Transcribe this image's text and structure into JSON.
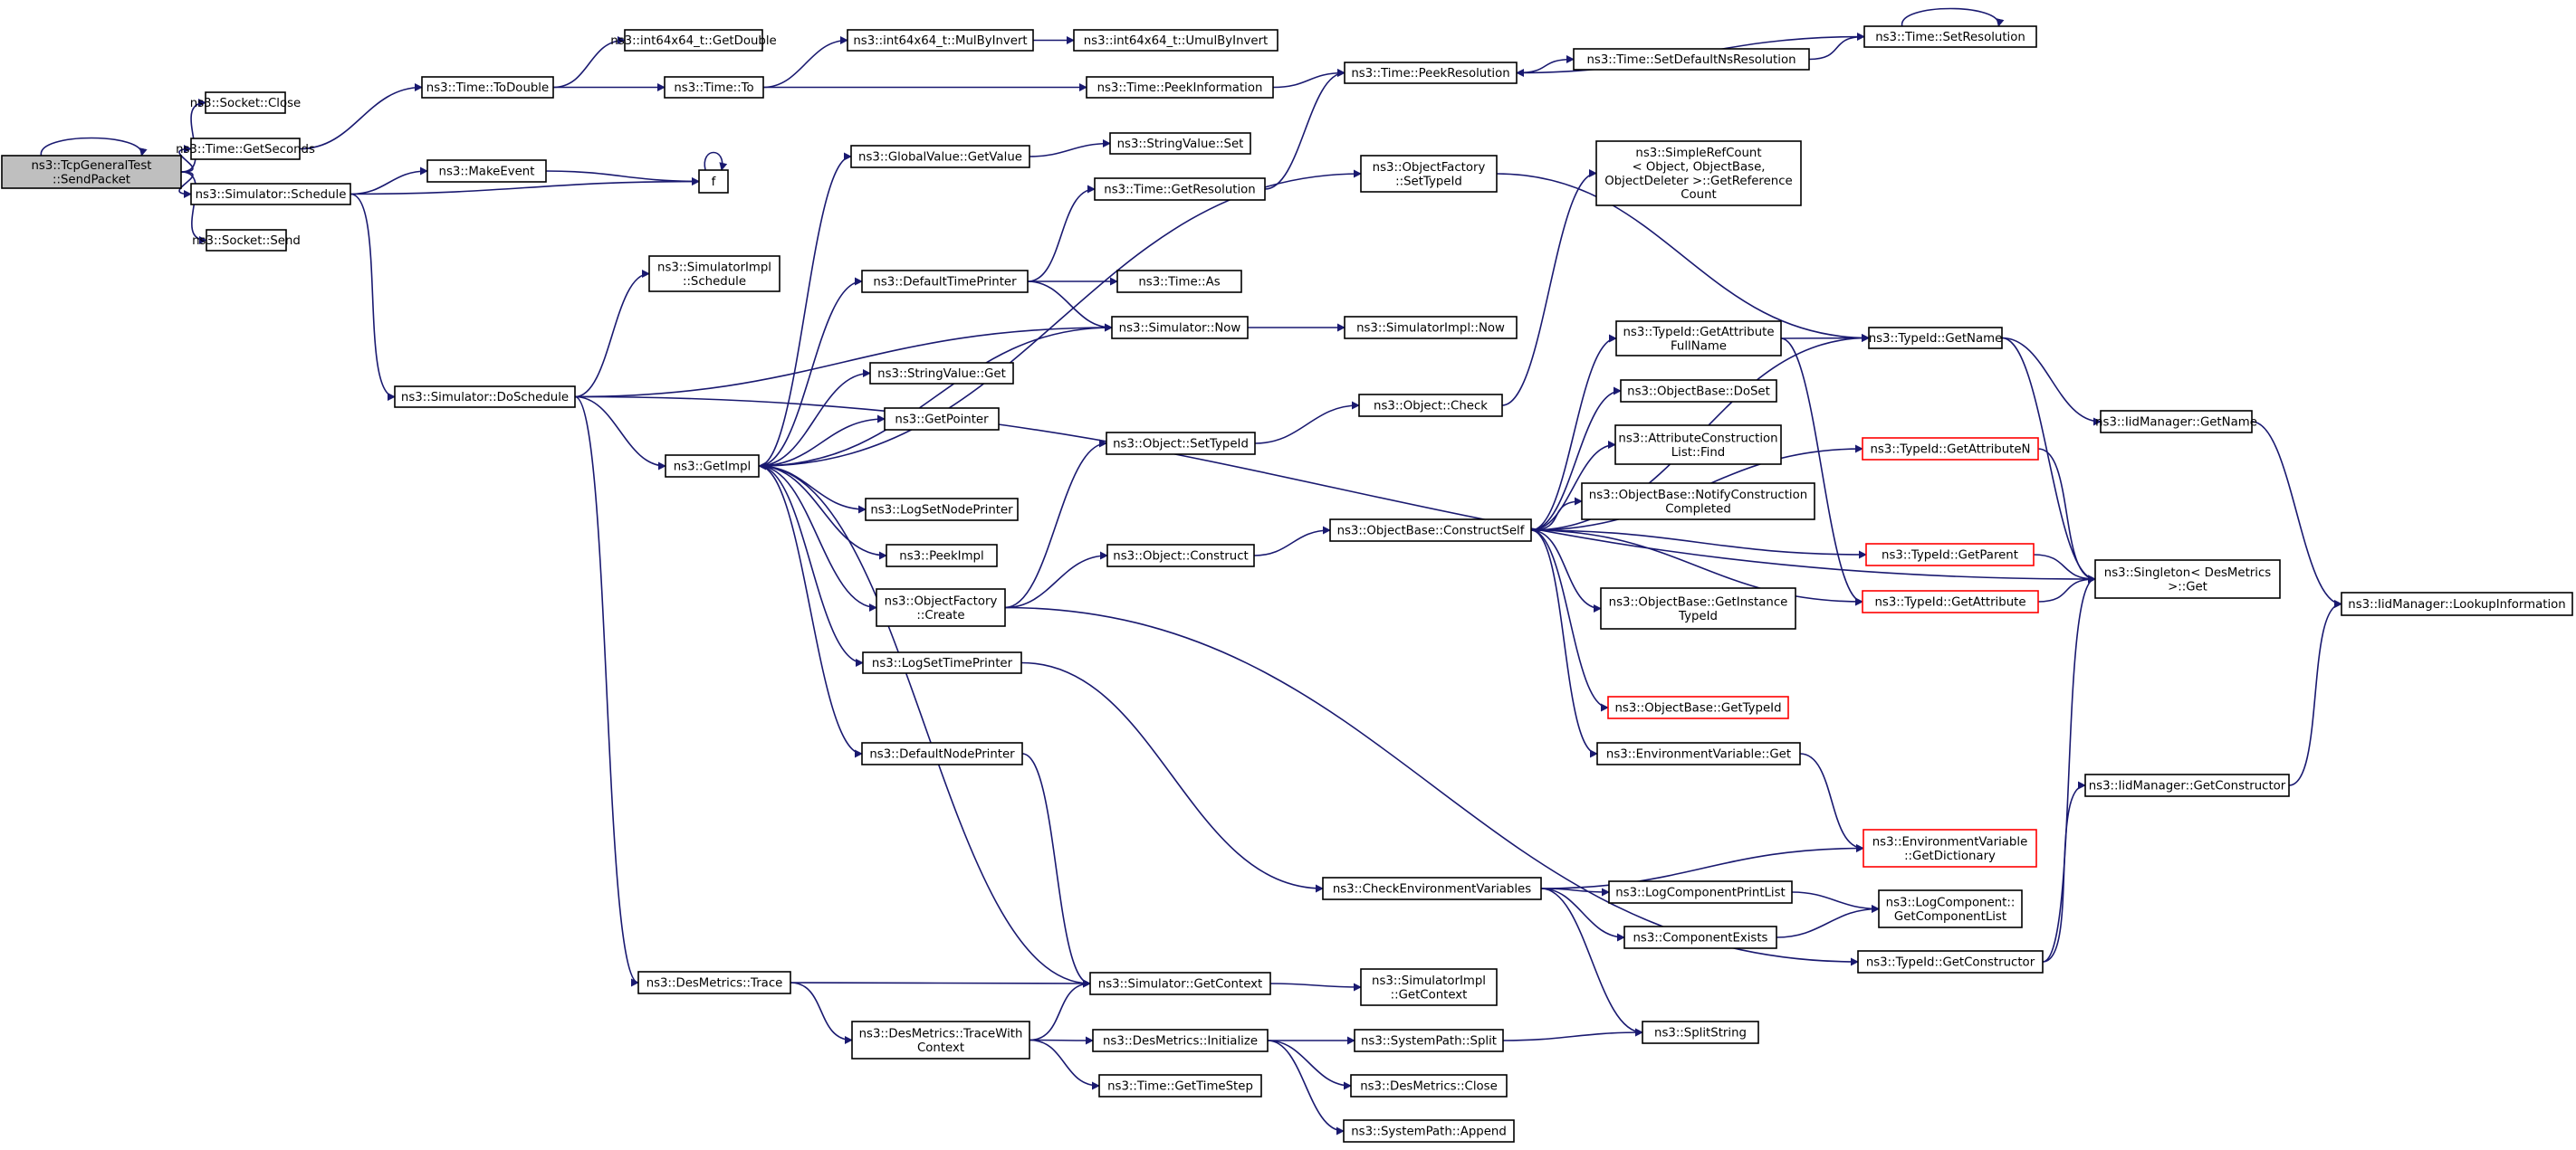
{
  "colors": {
    "edge": "#191970",
    "node_border": "#000000",
    "node_fill": "#ffffff",
    "focus_fill": "#bfbfbf",
    "truncated_border": "#ff0000"
  },
  "nodes": [
    {
      "id": "sendpacket",
      "lines": [
        "ns3::TcpGeneralTest",
        "::SendPacket"
      ],
      "style": "focus"
    },
    {
      "id": "socket_close",
      "lines": [
        "ns3::Socket::Close"
      ]
    },
    {
      "id": "time_getseconds",
      "lines": [
        "ns3::Time::GetSeconds"
      ]
    },
    {
      "id": "sim_schedule",
      "lines": [
        "ns3::Simulator::Schedule"
      ]
    },
    {
      "id": "socket_send",
      "lines": [
        "ns3::Socket::Send"
      ]
    },
    {
      "id": "time_todouble",
      "lines": [
        "ns3::Time::ToDouble"
      ]
    },
    {
      "id": "int64_getdouble",
      "lines": [
        "ns3::int64x64_t::GetDouble"
      ]
    },
    {
      "id": "time_to",
      "lines": [
        "ns3::Time::To"
      ]
    },
    {
      "id": "int64_mulbyinvert",
      "lines": [
        "ns3::int64x64_t::MulByInvert"
      ]
    },
    {
      "id": "int64_umulbyinvert",
      "lines": [
        "ns3::int64x64_t::UmulByInvert"
      ]
    },
    {
      "id": "time_peekinformation",
      "lines": [
        "ns3::Time::PeekInformation"
      ]
    },
    {
      "id": "time_peekresolution",
      "lines": [
        "ns3::Time::PeekResolution"
      ]
    },
    {
      "id": "time_setdefaultns",
      "lines": [
        "ns3::Time::SetDefaultNsResolution"
      ]
    },
    {
      "id": "time_setresolution",
      "lines": [
        "ns3::Time::SetResolution"
      ]
    },
    {
      "id": "makeevent",
      "lines": [
        "ns3::MakeEvent"
      ]
    },
    {
      "id": "f",
      "lines": [
        "f"
      ]
    },
    {
      "id": "globalvalue_getvalue",
      "lines": [
        "ns3::GlobalValue::GetValue"
      ]
    },
    {
      "id": "stringvalue_set",
      "lines": [
        "ns3::StringValue::Set"
      ]
    },
    {
      "id": "time_getresolution",
      "lines": [
        "ns3::Time::GetResolution"
      ]
    },
    {
      "id": "objectfactory_settypeid",
      "lines": [
        "ns3::ObjectFactory",
        "::SetTypeId"
      ]
    },
    {
      "id": "simplerefcount",
      "lines": [
        "ns3::SimpleRefCount",
        "< Object, ObjectBase,",
        "ObjectDeleter >::GetReference",
        "Count"
      ]
    },
    {
      "id": "simulatorimpl_schedule",
      "lines": [
        "ns3::SimulatorImpl",
        "::Schedule"
      ]
    },
    {
      "id": "defaulttimeprinter",
      "lines": [
        "ns3::DefaultTimePrinter"
      ]
    },
    {
      "id": "time_as",
      "lines": [
        "ns3::Time::As"
      ]
    },
    {
      "id": "sim_now",
      "lines": [
        "ns3::Simulator::Now"
      ]
    },
    {
      "id": "simulatorimpl_now",
      "lines": [
        "ns3::SimulatorImpl::Now"
      ]
    },
    {
      "id": "typeid_getattributefullname",
      "lines": [
        "ns3::TypeId::GetAttribute",
        "FullName"
      ]
    },
    {
      "id": "typeid_getname",
      "lines": [
        "ns3::TypeId::GetName"
      ]
    },
    {
      "id": "sim_doschedule",
      "lines": [
        "ns3::Simulator::DoSchedule"
      ]
    },
    {
      "id": "stringvalue_get",
      "lines": [
        "ns3::StringValue::Get"
      ]
    },
    {
      "id": "object_check",
      "lines": [
        "ns3::Object::Check"
      ]
    },
    {
      "id": "objectbase_doset",
      "lines": [
        "ns3::ObjectBase::DoSet"
      ]
    },
    {
      "id": "iidmanager_getname",
      "lines": [
        "ns3::IidManager::GetName"
      ]
    },
    {
      "id": "getpointer",
      "lines": [
        "ns3::GetPointer"
      ]
    },
    {
      "id": "object_settypeid",
      "lines": [
        "ns3::Object::SetTypeId"
      ]
    },
    {
      "id": "attrconstructionlist_find",
      "lines": [
        "ns3::AttributeConstruction",
        "List::Find"
      ]
    },
    {
      "id": "typeid_getattributen",
      "lines": [
        "ns3::TypeId::GetAttributeN"
      ],
      "style": "truncated"
    },
    {
      "id": "getimpl",
      "lines": [
        "ns3::GetImpl"
      ]
    },
    {
      "id": "objectbase_notifyconstruction",
      "lines": [
        "ns3::ObjectBase::NotifyConstruction",
        "Completed"
      ]
    },
    {
      "id": "logsetnodeprinter",
      "lines": [
        "ns3::LogSetNodePrinter"
      ]
    },
    {
      "id": "objectbase_constructself",
      "lines": [
        "ns3::ObjectBase::ConstructSelf"
      ]
    },
    {
      "id": "peekimpl",
      "lines": [
        "ns3::PeekImpl"
      ]
    },
    {
      "id": "object_construct",
      "lines": [
        "ns3::Object::Construct"
      ]
    },
    {
      "id": "typeid_getparent",
      "lines": [
        "ns3::TypeId::GetParent"
      ],
      "style": "truncated"
    },
    {
      "id": "singleton_get",
      "lines": [
        "ns3::Singleton< DesMetrics",
        ">::Get"
      ]
    },
    {
      "id": "iidmanager_lookupinformation",
      "lines": [
        "ns3::IidManager::LookupInformation"
      ]
    },
    {
      "id": "objectfactory_create",
      "lines": [
        "ns3::ObjectFactory",
        "::Create"
      ]
    },
    {
      "id": "objectbase_getinstancetypeid",
      "lines": [
        "ns3::ObjectBase::GetInstance",
        "TypeId"
      ]
    },
    {
      "id": "typeid_getattribute",
      "lines": [
        "ns3::TypeId::GetAttribute"
      ],
      "style": "truncated"
    },
    {
      "id": "logsettimeprinter",
      "lines": [
        "ns3::LogSetTimePrinter"
      ]
    },
    {
      "id": "objectbase_gettypeid",
      "lines": [
        "ns3::ObjectBase::GetTypeId"
      ],
      "style": "truncated"
    },
    {
      "id": "defaultnodeprinter",
      "lines": [
        "ns3::DefaultNodePrinter"
      ]
    },
    {
      "id": "envvar_get",
      "lines": [
        "ns3::EnvironmentVariable::Get"
      ]
    },
    {
      "id": "iidmanager_getconstructor",
      "lines": [
        "ns3::IidManager::GetConstructor"
      ]
    },
    {
      "id": "envvar_getdictionary",
      "lines": [
        "ns3::EnvironmentVariable",
        "::GetDictionary"
      ],
      "style": "truncated"
    },
    {
      "id": "checkenvvars",
      "lines": [
        "ns3::CheckEnvironmentVariables"
      ]
    },
    {
      "id": "logcomponentprintlist",
      "lines": [
        "ns3::LogComponentPrintList"
      ]
    },
    {
      "id": "logcomponent_getcomponentlist",
      "lines": [
        "ns3::LogComponent::",
        "GetComponentList"
      ]
    },
    {
      "id": "componentexists",
      "lines": [
        "ns3::ComponentExists"
      ]
    },
    {
      "id": "typeid_getconstructor",
      "lines": [
        "ns3::TypeId::GetConstructor"
      ]
    },
    {
      "id": "desmetrics_trace",
      "lines": [
        "ns3::DesMetrics::Trace"
      ]
    },
    {
      "id": "sim_getcontext",
      "lines": [
        "ns3::Simulator::GetContext"
      ]
    },
    {
      "id": "simulatorimpl_getcontext",
      "lines": [
        "ns3::SimulatorImpl",
        "::GetContext"
      ]
    },
    {
      "id": "desmetrics_tracewithcontext",
      "lines": [
        "ns3::DesMetrics::TraceWith",
        "Context"
      ]
    },
    {
      "id": "splitstring",
      "lines": [
        "ns3::SplitString"
      ]
    },
    {
      "id": "desmetrics_initialize",
      "lines": [
        "ns3::DesMetrics::Initialize"
      ]
    },
    {
      "id": "systempath_split",
      "lines": [
        "ns3::SystemPath::Split"
      ]
    },
    {
      "id": "desmetrics_close",
      "lines": [
        "ns3::DesMetrics::Close"
      ]
    },
    {
      "id": "time_gettimestep",
      "lines": [
        "ns3::Time::GetTimeStep"
      ]
    },
    {
      "id": "systempath_append",
      "lines": [
        "ns3::SystemPath::Append"
      ]
    }
  ],
  "edges": [
    [
      "sendpacket",
      "sendpacket"
    ],
    [
      "sendpacket",
      "socket_close"
    ],
    [
      "sendpacket",
      "time_getseconds"
    ],
    [
      "sendpacket",
      "sim_schedule"
    ],
    [
      "sendpacket",
      "socket_send"
    ],
    [
      "time_getseconds",
      "time_todouble"
    ],
    [
      "time_todouble",
      "int64_getdouble"
    ],
    [
      "time_todouble",
      "time_to"
    ],
    [
      "time_to",
      "int64_mulbyinvert"
    ],
    [
      "int64_mulbyinvert",
      "int64_umulbyinvert"
    ],
    [
      "time_to",
      "time_peekinformation"
    ],
    [
      "time_peekinformation",
      "time_peekresolution"
    ],
    [
      "time_peekresolution",
      "time_setdefaultns"
    ],
    [
      "time_setdefaultns",
      "time_setresolution"
    ],
    [
      "time_setresolution",
      "time_peekresolution"
    ],
    [
      "time_setresolution",
      "time_setresolution"
    ],
    [
      "sim_schedule",
      "makeevent"
    ],
    [
      "sim_schedule",
      "f"
    ],
    [
      "makeevent",
      "f"
    ],
    [
      "f",
      "f"
    ],
    [
      "sim_schedule",
      "sim_doschedule"
    ],
    [
      "sim_doschedule",
      "simulatorimpl_schedule"
    ],
    [
      "sim_doschedule",
      "sim_now"
    ],
    [
      "sim_doschedule",
      "getimpl"
    ],
    [
      "sim_doschedule",
      "singleton_get"
    ],
    [
      "sim_doschedule",
      "desmetrics_trace"
    ],
    [
      "getimpl",
      "globalvalue_getvalue"
    ],
    [
      "globalvalue_getvalue",
      "stringvalue_set"
    ],
    [
      "getimpl",
      "objectfactory_settypeid"
    ],
    [
      "objectfactory_settypeid",
      "typeid_getname"
    ],
    [
      "getimpl",
      "defaulttimeprinter"
    ],
    [
      "defaulttimeprinter",
      "time_getresolution"
    ],
    [
      "time_getresolution",
      "time_peekresolution"
    ],
    [
      "defaulttimeprinter",
      "time_as"
    ],
    [
      "defaulttimeprinter",
      "sim_now"
    ],
    [
      "sim_now",
      "simulatorimpl_now"
    ],
    [
      "sim_now",
      "getimpl"
    ],
    [
      "getimpl",
      "stringvalue_get"
    ],
    [
      "getimpl",
      "getpointer"
    ],
    [
      "getimpl",
      "logsetnodeprinter"
    ],
    [
      "getimpl",
      "peekimpl"
    ],
    [
      "getimpl",
      "objectfactory_create"
    ],
    [
      "getimpl",
      "logsettimeprinter"
    ],
    [
      "getimpl",
      "defaultnodeprinter"
    ],
    [
      "getimpl",
      "sim_getcontext"
    ],
    [
      "objectfactory_create",
      "object_settypeid"
    ],
    [
      "object_settypeid",
      "object_check"
    ],
    [
      "object_check",
      "simplerefcount"
    ],
    [
      "objectfactory_create",
      "object_construct"
    ],
    [
      "object_construct",
      "objectbase_constructself"
    ],
    [
      "objectfactory_create",
      "typeid_getconstructor"
    ],
    [
      "objectbase_constructself",
      "typeid_getname"
    ],
    [
      "objectbase_constructself",
      "typeid_getattributen"
    ],
    [
      "objectbase_constructself",
      "typeid_getattributefullname"
    ],
    [
      "objectbase_constructself",
      "objectbase_doset"
    ],
    [
      "objectbase_constructself",
      "attrconstructionlist_find"
    ],
    [
      "objectbase_constructself",
      "objectbase_notifyconstruction"
    ],
    [
      "objectbase_constructself",
      "typeid_getparent"
    ],
    [
      "objectbase_constructself",
      "objectbase_getinstancetypeid"
    ],
    [
      "objectbase_constructself",
      "typeid_getattribute"
    ],
    [
      "objectbase_constructself",
      "objectbase_gettypeid"
    ],
    [
      "objectbase_constructself",
      "envvar_get"
    ],
    [
      "typeid_getattributefullname",
      "typeid_getname"
    ],
    [
      "typeid_getattributefullname",
      "typeid_getattribute"
    ],
    [
      "typeid_getname",
      "iidmanager_getname"
    ],
    [
      "typeid_getname",
      "singleton_get"
    ],
    [
      "iidmanager_getname",
      "iidmanager_lookupinformation"
    ],
    [
      "typeid_getattributen",
      "singleton_get"
    ],
    [
      "typeid_getparent",
      "singleton_get"
    ],
    [
      "typeid_getattribute",
      "singleton_get"
    ],
    [
      "logsettimeprinter",
      "checkenvvars"
    ],
    [
      "defaultnodeprinter",
      "sim_getcontext"
    ],
    [
      "envvar_get",
      "envvar_getdictionary"
    ],
    [
      "checkenvvars",
      "envvar_getdictionary"
    ],
    [
      "checkenvvars",
      "logcomponentprintlist"
    ],
    [
      "checkenvvars",
      "componentexists"
    ],
    [
      "checkenvvars",
      "splitstring"
    ],
    [
      "logcomponentprintlist",
      "logcomponent_getcomponentlist"
    ],
    [
      "componentexists",
      "logcomponent_getcomponentlist"
    ],
    [
      "typeid_getconstructor",
      "iidmanager_getconstructor"
    ],
    [
      "typeid_getconstructor",
      "singleton_get"
    ],
    [
      "iidmanager_getconstructor",
      "iidmanager_lookupinformation"
    ],
    [
      "desmetrics_trace",
      "sim_getcontext"
    ],
    [
      "desmetrics_trace",
      "desmetrics_tracewithcontext"
    ],
    [
      "sim_getcontext",
      "simulatorimpl_getcontext"
    ],
    [
      "desmetrics_tracewithcontext",
      "sim_getcontext"
    ],
    [
      "desmetrics_tracewithcontext",
      "desmetrics_initialize"
    ],
    [
      "desmetrics_tracewithcontext",
      "time_gettimestep"
    ],
    [
      "desmetrics_initialize",
      "systempath_split"
    ],
    [
      "desmetrics_initialize",
      "desmetrics_close"
    ],
    [
      "desmetrics_initialize",
      "systempath_append"
    ],
    [
      "systempath_split",
      "splitstring"
    ]
  ]
}
